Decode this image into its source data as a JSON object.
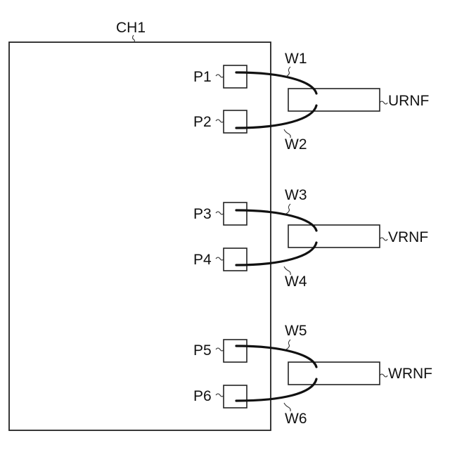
{
  "diagram": {
    "chip": {
      "label": "CH1"
    },
    "pads": [
      {
        "label": "P1"
      },
      {
        "label": "P2"
      },
      {
        "label": "P3"
      },
      {
        "label": "P4"
      },
      {
        "label": "P5"
      },
      {
        "label": "P6"
      }
    ],
    "wires": [
      {
        "label": "W1"
      },
      {
        "label": "W2"
      },
      {
        "label": "W3"
      },
      {
        "label": "W4"
      },
      {
        "label": "W5"
      },
      {
        "label": "W6"
      }
    ],
    "resistors": [
      {
        "label": "URNF"
      },
      {
        "label": "VRNF"
      },
      {
        "label": "WRNF"
      }
    ]
  }
}
